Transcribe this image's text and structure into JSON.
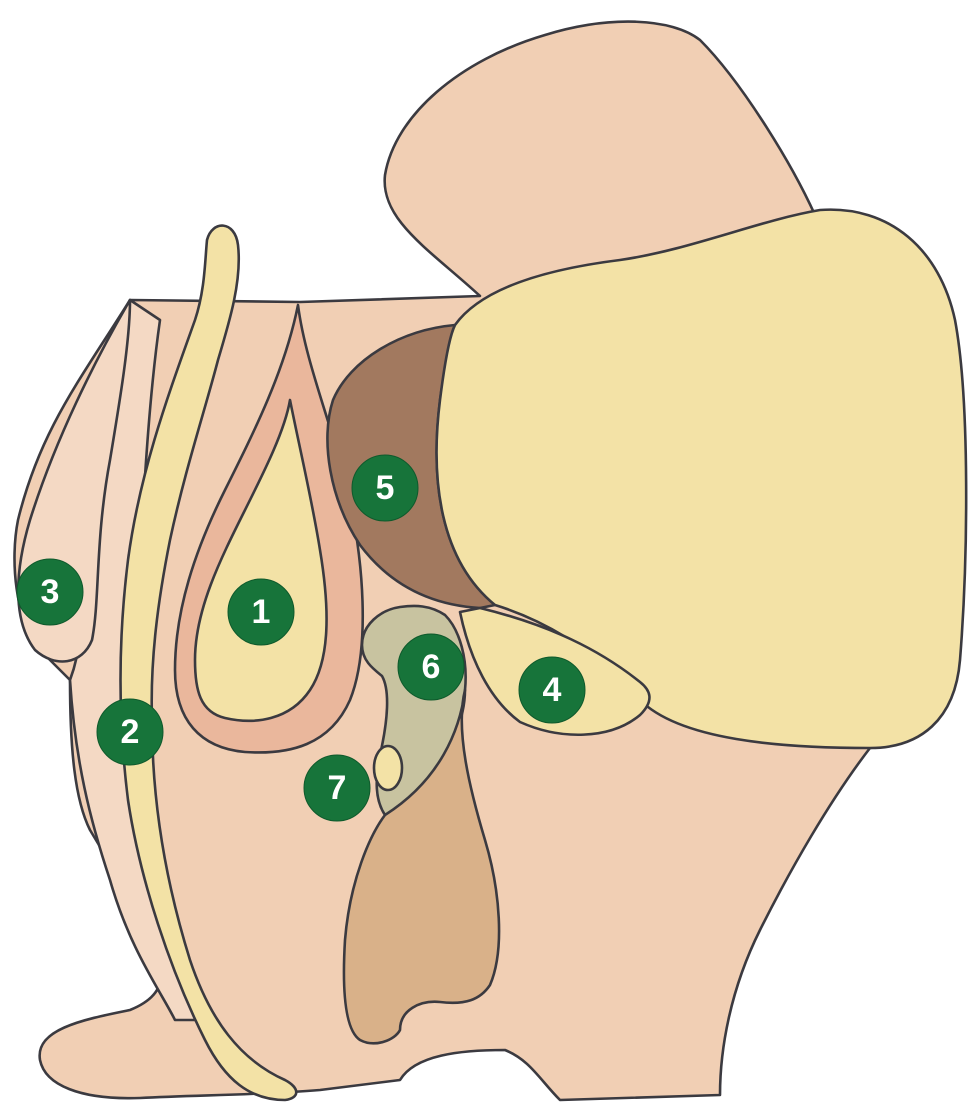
{
  "colors": {
    "background": "#ffffff",
    "skin": "#f1cfb4",
    "skin_light": "#f4d9c4",
    "pale_yellow": "#f3e2a6",
    "pink_wall": "#eab79c",
    "dark_brown": "#a2795f",
    "tan": "#d9b189",
    "gray_green": "#c8c3a0",
    "outline": "#3b3a40",
    "marker_green": "#17743a",
    "marker_text": "#ffffff"
  },
  "markers": [
    {
      "label": "1"
    },
    {
      "label": "2"
    },
    {
      "label": "3"
    },
    {
      "label": "4"
    },
    {
      "label": "5"
    },
    {
      "label": "6"
    },
    {
      "label": "7"
    }
  ]
}
